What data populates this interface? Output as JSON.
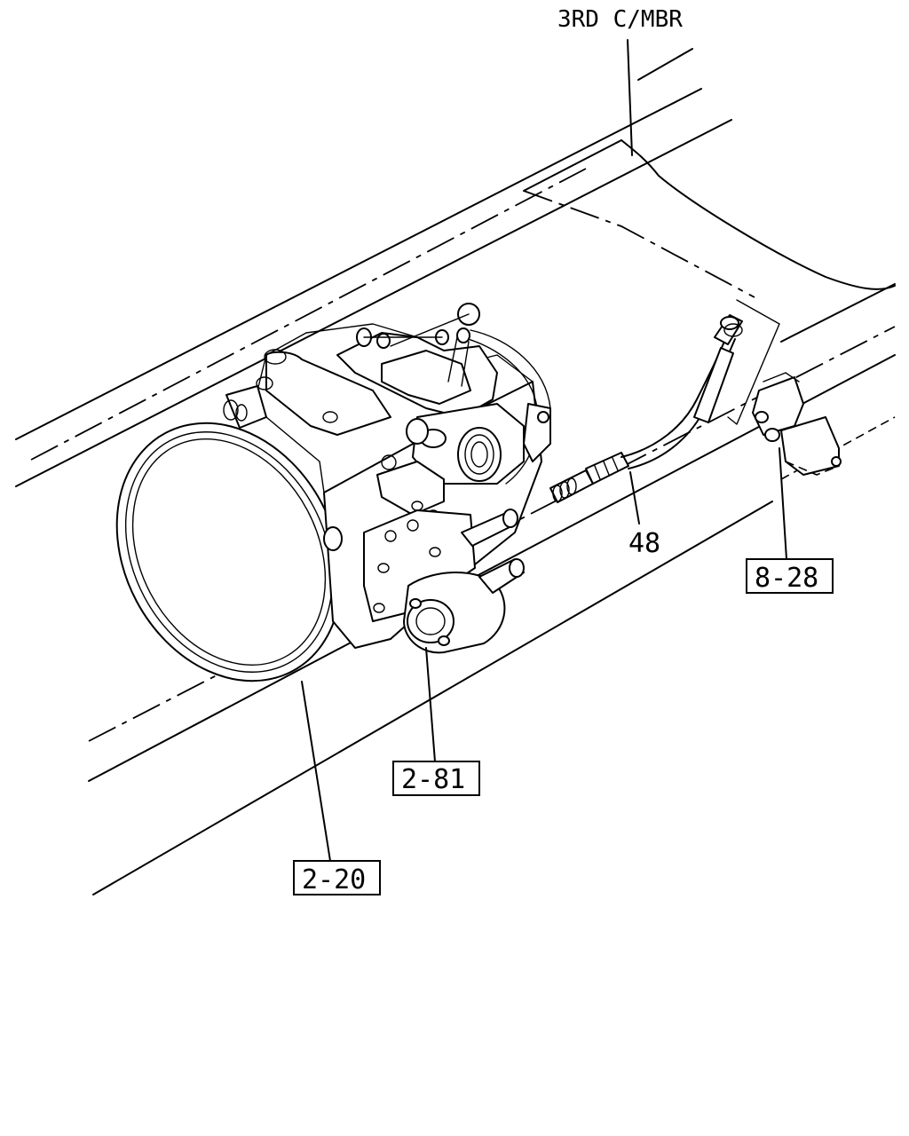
{
  "labels": {
    "crossmember": "3RD C/MBR",
    "hose_part": "48",
    "ref_transmission": "2-20",
    "ref_pto": "2-81",
    "ref_valve": "8-28"
  }
}
